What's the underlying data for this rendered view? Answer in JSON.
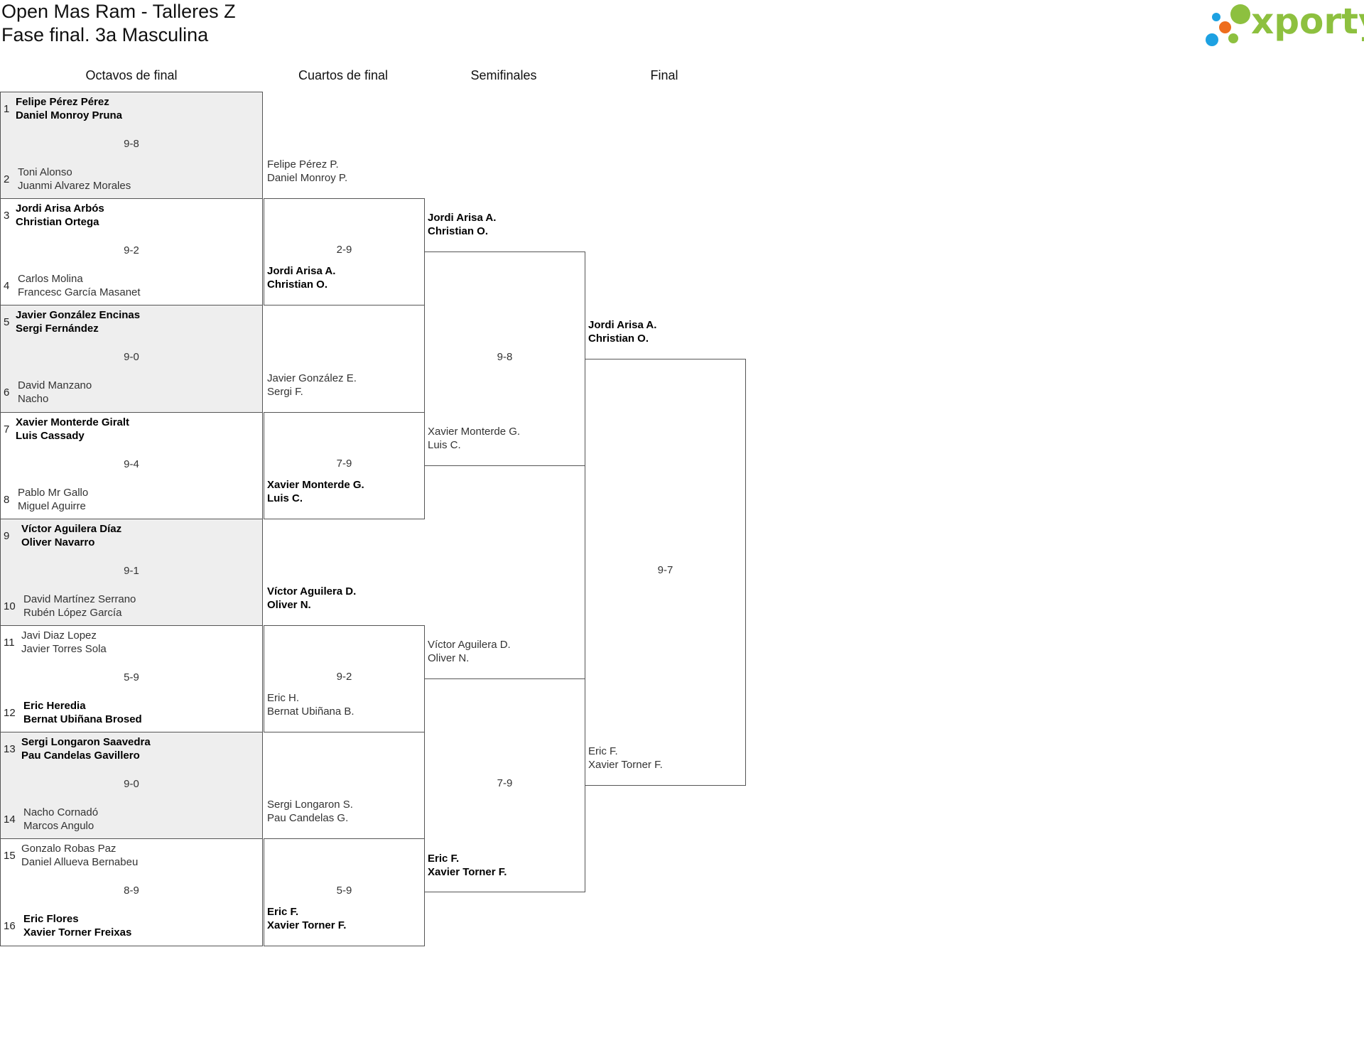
{
  "header": {
    "title": "Open Mas Ram - Talleres Z",
    "subtitle": "Fase final. 3a Masculina",
    "logo_text": "xporty"
  },
  "rounds": [
    "Octavos de final",
    "Cuartos de final",
    "Semifinales",
    "Final"
  ],
  "octavos": [
    {
      "top": {
        "seed": "1",
        "p1": "Felipe Pérez Pérez",
        "p2": "Daniel Monroy Pruna",
        "win": true
      },
      "bottom": {
        "seed": "2",
        "p1": "Toni Alonso",
        "p2": "Juanmi Alvarez Morales",
        "win": false
      },
      "score": "9-8",
      "shaded": true
    },
    {
      "top": {
        "seed": "3",
        "p1": "Jordi Arisa Arbós",
        "p2": "Christian Ortega",
        "win": true
      },
      "bottom": {
        "seed": "4",
        "p1": "Carlos Molina",
        "p2": "Francesc García Masanet",
        "win": false
      },
      "score": "9-2",
      "shaded": false
    },
    {
      "top": {
        "seed": "5",
        "p1": "Javier González Encinas",
        "p2": "Sergi Fernández",
        "win": true
      },
      "bottom": {
        "seed": "6",
        "p1": "David Manzano",
        "p2": "Nacho",
        "win": false
      },
      "score": "9-0",
      "shaded": true
    },
    {
      "top": {
        "seed": "7",
        "p1": "Xavier Monterde Giralt",
        "p2": "Luis Cassady",
        "win": true
      },
      "bottom": {
        "seed": "8",
        "p1": "Pablo Mr Gallo",
        "p2": "Miguel Aguirre",
        "win": false
      },
      "score": "9-4",
      "shaded": false
    },
    {
      "top": {
        "seed": "9",
        "p1": "Víctor Aguilera Díaz",
        "p2": "Oliver Navarro",
        "win": true
      },
      "bottom": {
        "seed": "10",
        "p1": "David Martínez Serrano",
        "p2": "Rubén López García",
        "win": false
      },
      "score": "9-1",
      "shaded": true
    },
    {
      "top": {
        "seed": "11",
        "p1": "Javi Diaz Lopez",
        "p2": "Javier Torres Sola",
        "win": false
      },
      "bottom": {
        "seed": "12",
        "p1": "Eric Heredia",
        "p2": "Bernat Ubiñana Brosed",
        "win": true
      },
      "score": "5-9",
      "shaded": false
    },
    {
      "top": {
        "seed": "13",
        "p1": "Sergi Longaron Saavedra",
        "p2": "Pau Candelas Gavillero",
        "win": true
      },
      "bottom": {
        "seed": "14",
        "p1": "Nacho Cornadó",
        "p2": "Marcos Angulo",
        "win": false
      },
      "score": "9-0",
      "shaded": true
    },
    {
      "top": {
        "seed": "15",
        "p1": "Gonzalo Robas Paz",
        "p2": "Daniel Allueva Bernabeu",
        "win": false
      },
      "bottom": {
        "seed": "16",
        "p1": "Eric Flores",
        "p2": "Xavier Torner Freixas",
        "win": true
      },
      "score": "8-9",
      "shaded": false
    }
  ],
  "cuartos": [
    {
      "top": {
        "p1": "Felipe Pérez P.",
        "p2": "Daniel Monroy P.",
        "win": false
      },
      "bottom": {
        "p1": "Jordi Arisa A.",
        "p2": "Christian O.",
        "win": true
      },
      "score": "2-9"
    },
    {
      "top": {
        "p1": "Javier González E.",
        "p2": "Sergi F.",
        "win": false
      },
      "bottom": {
        "p1": "Xavier Monterde G.",
        "p2": "Luis C.",
        "win": true
      },
      "score": "7-9"
    },
    {
      "top": {
        "p1": "Víctor Aguilera D.",
        "p2": "Oliver N.",
        "win": true
      },
      "bottom": {
        "p1": "Eric H.",
        "p2": "Bernat Ubiñana B.",
        "win": false
      },
      "score": "9-2"
    },
    {
      "top": {
        "p1": "Sergi Longaron S.",
        "p2": "Pau Candelas G.",
        "win": false
      },
      "bottom": {
        "p1": "Eric F.",
        "p2": "Xavier Torner F.",
        "win": true
      },
      "score": "5-9"
    }
  ],
  "semis": [
    {
      "top": {
        "p1": "Jordi Arisa A.",
        "p2": "Christian O.",
        "win": true
      },
      "bottom": {
        "p1": "Xavier Monterde G.",
        "p2": "Luis C.",
        "win": false
      },
      "score": "9-8"
    },
    {
      "top": {
        "p1": "Víctor Aguilera D.",
        "p2": "Oliver N.",
        "win": false
      },
      "bottom": {
        "p1": "Eric F.",
        "p2": "Xavier Torner F.",
        "win": true
      },
      "score": "7-9"
    }
  ],
  "final": [
    {
      "top": {
        "p1": "Jordi Arisa A.",
        "p2": "Christian O.",
        "win": true
      },
      "bottom": {
        "p1": "Eric F.",
        "p2": "Xavier Torner F.",
        "win": false
      },
      "score": "9-7"
    }
  ],
  "colors": {
    "logo_green": "#8dc03f",
    "logo_blue": "#1da1e2",
    "logo_orange": "#ee6d1d",
    "shade": "#eeeeee"
  }
}
